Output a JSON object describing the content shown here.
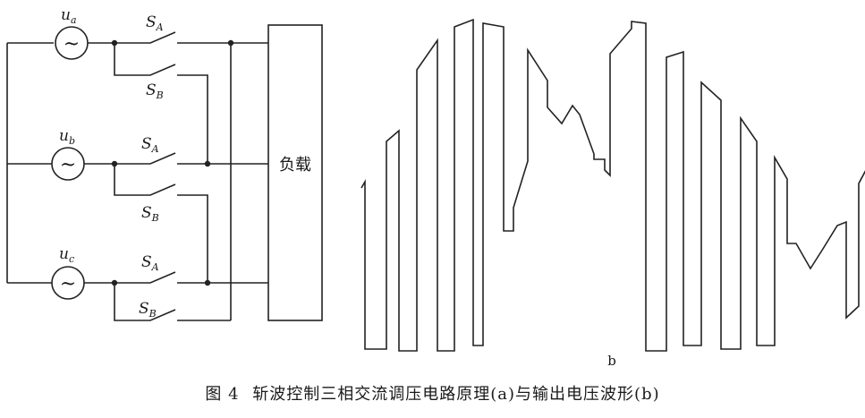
{
  "circuit": {
    "sources": [
      {
        "symbol": "u",
        "sub": "a"
      },
      {
        "symbol": "u",
        "sub": "b"
      },
      {
        "symbol": "u",
        "sub": "c"
      }
    ],
    "switch_a": {
      "symbol": "S",
      "sub": "A"
    },
    "switch_b": {
      "symbol": "S",
      "sub": "B"
    },
    "source_glyph": "~",
    "load_label": "负载"
  },
  "waveform": {
    "label": "b"
  },
  "caption": {
    "figure_no": "图 4",
    "text": "斩波控制三相交流调压电路原理(a)与输出电压波形(b)"
  }
}
